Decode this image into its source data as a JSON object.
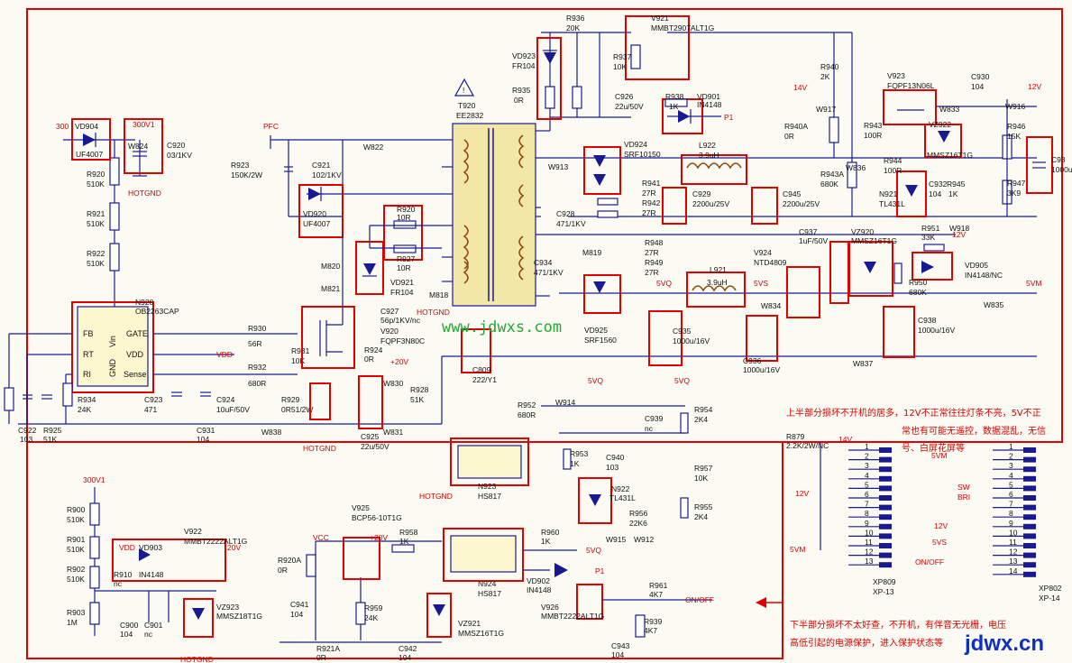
{
  "labels": {
    "vd904": "VD904",
    "uf4007_a": "UF4007",
    "n300v": "300",
    "n300v1": "300V1",
    "w824": "W824",
    "c920": "C920",
    "c920v": "03/1KV",
    "hotgnd1": "HOTGND",
    "r920": "R920",
    "r920v": "510K",
    "r921": "R921",
    "r921v": "510K",
    "r922": "R922",
    "r922v": "510K",
    "pfc": "PFC",
    "w822": "W822",
    "r923": "R923",
    "r923v": "150K/2W",
    "c921": "C921",
    "c921v": "102/1KV",
    "vd920": "VD920",
    "uf4007_b": "UF4007",
    "m820": "M820",
    "m821": "M821",
    "n920": "N920",
    "ob2263": "OB2263CAP",
    "fb": "FB",
    "rt": "RT",
    "ri": "RI",
    "vin": "Vin",
    "gnd": "GND",
    "gate": "GATE",
    "vdd_pin": "VDD",
    "sense": "Sense",
    "r930": "R930",
    "r930v": "56R",
    "r931": "R931",
    "r931v": "10K",
    "r932": "R932",
    "r932v": "680R",
    "vdd": "VDD",
    "c922": "C922",
    "c922v": "103",
    "r925": "R925",
    "r925v": "51K",
    "r934": "R934",
    "r934v": "24K",
    "c923": "C923",
    "c923v": "471",
    "c924": "C924",
    "c924v": "10uF/50V",
    "c931": "C931",
    "c931v": "104",
    "r929": "R929",
    "r929v": "0R51/2W",
    "w838": "W838",
    "hotgnd2": "HOTGND",
    "r920b": "R920",
    "r920bv": "10R",
    "r927": "R927",
    "r927v": "10R",
    "vd921": "VD921",
    "fr104_a": "FR104",
    "c927": "C927",
    "c927v": "56p/1KV/nc",
    "v920": "V920",
    "v920v": "FQPF3N80C",
    "r924": "R924",
    "r924v": "0R",
    "n20v": "+20V",
    "w830": "W830",
    "r928": "R928",
    "r928v": "51K",
    "c925": "C925",
    "c925v": "22u/50V",
    "w831": "W831",
    "t920": "T920",
    "ee2832": "EE2832",
    "m818": "M818",
    "hotgnd3": "HOTGND",
    "c809": "C809",
    "c809v": "222/Y1",
    "r936": "R936",
    "r936v": "20K",
    "vd923": "VD923",
    "fr104_b": "FR104",
    "r935": "R935",
    "r935v": "0R",
    "v921": "V921",
    "v921v": "MMBT2907ALT1G",
    "r937": "R937",
    "r937v": "10K",
    "c926": "C926",
    "c926v": "22u/50V",
    "r938": "R938",
    "r938v": "1K",
    "vd901": "VD901",
    "in4148_a": "IN4148",
    "p1a": "P1",
    "vd924": "VD924",
    "srf10150": "SRF10150",
    "w913": "W913",
    "l922": "L922",
    "l922v": "3.9uH",
    "r941": "R941",
    "r941v": "27R",
    "r942": "R942",
    "r942v": "27R",
    "c928": "C928",
    "c928v": "471/1KV",
    "c929": "C929",
    "c929v": "2200u/25V",
    "c945": "C945",
    "c945v": "2200u/25V",
    "r940": "R940",
    "r940v": "2K",
    "n14v": "14V",
    "w917": "W917",
    "r940a": "R940A",
    "r940av": "0R",
    "r943a": "R943A",
    "r943av": "680K",
    "v923": "V923",
    "v923v": "FQPF13N06L",
    "w833": "W833",
    "c930": "C930",
    "c930v": "104",
    "n12v_a": "12V",
    "w916": "W916",
    "vz922": "VZ922",
    "mmsz16": "MMSZ16T1G",
    "r943": "R943",
    "r943v": "100R",
    "w836": "W836",
    "r944": "R944",
    "r944v": "100R",
    "c932": "C932",
    "c932v": "104",
    "r945": "R945",
    "r945v": "1K",
    "n921": "N921",
    "tl431l_a": "TL431L",
    "r946": "R946",
    "r946v": "15K",
    "r947": "R947",
    "r947v": "3K9",
    "c93x": "C93",
    "c93xv": "1000u",
    "m819": "M819",
    "r948": "R948",
    "r948v": "27R",
    "r949": "R949",
    "r949v": "27R",
    "c934": "C934",
    "c934v": "471/1KV",
    "vd925": "VD925",
    "srf1560": "SRF1560",
    "n5vq_a": "5VQ",
    "l921": "L921",
    "l921v": "3.9uH",
    "n5vs": "5VS",
    "w834": "W834",
    "v924": "V924",
    "v924v": "NTD4809",
    "c935": "C935",
    "c935v": "1000u/16V",
    "c936": "C936",
    "c936v": "1000u/16V",
    "c937": "C937",
    "c937v": "1uF/50V",
    "vz920": "VZ920",
    "mmsz16_b": "MMSZ16T1G",
    "r951": "R951",
    "r951v": "33K",
    "w918": "W918",
    "n12v_b": "12V",
    "vd905": "VD905",
    "in4148nc": "IN4148/NC",
    "r950": "R950",
    "r950v": "680K",
    "c938": "C938",
    "c938v": "1000u/16V",
    "n5vm": "5VM",
    "w835": "W835",
    "w837": "W837",
    "r952": "R952",
    "r952v": "680R",
    "n5vq_b": "5VQ",
    "w914": "W914",
    "c939": "C939",
    "c939v": "nc",
    "n5vq_c": "5VQ",
    "r954": "R954",
    "r954v": "2K4",
    "r953": "R953",
    "r953v": "1K",
    "c940": "C940",
    "c940v": "103",
    "r957": "R957",
    "r957v": "10K",
    "n923": "N923",
    "hs817_a": "HS817",
    "hotgnd4": "HOTGND",
    "n922": "N922",
    "tl431l_b": "TL431L",
    "r956": "R956",
    "r956v": "22K6",
    "w915": "W915",
    "w912": "W912",
    "r955": "R955",
    "r955v": "2K4",
    "r900": "R900",
    "r900v": "510K",
    "r901": "R901",
    "r901v": "510K",
    "r902": "R902",
    "r902v": "510K",
    "r903": "R903",
    "r903v": "1M",
    "n300v1_b": "300V1",
    "vdd_b": "VDD",
    "vd903": "VD903",
    "in4148_b": "IN4148",
    "v922": "V922",
    "v922v": "MMBT2222ALT1G",
    "n20v_b": "20V",
    "r910": "R910",
    "r910v": "nc",
    "c900": "C900",
    "c900v": "104",
    "c901": "C901",
    "c901v": "nc",
    "vz923": "VZ923",
    "mmsz18": "MMSZ18T1G",
    "hotgnd5": "HOTGND",
    "v925": "V925",
    "v925v": "BCP56-10T1G",
    "vcc": "VCC",
    "n20v_c": "+20V",
    "r958": "R958",
    "r958v": "1K",
    "r920a": "R920A",
    "r920av": "0R",
    "c941": "C941",
    "c941v": "104",
    "r959": "R959",
    "r959v": "24K",
    "r921a": "R921A",
    "r921av": "0R",
    "c942": "C942",
    "c942v": "104",
    "vz921": "VZ921",
    "mmsz16_c": "MMSZ16T1G",
    "n924": "N924",
    "hs817_b": "HS817",
    "r960": "R960",
    "r960v": "1K",
    "n5vq_d": "5VQ",
    "vd902": "VD902",
    "in4148_c": "IN4148",
    "p1b": "P1",
    "v926": "V926",
    "v926v": "MMBT2222ALT1G",
    "r961": "R961",
    "r961v": "4K7",
    "onoff_out": "ON/OFF",
    "r939": "R939",
    "r939v": "4K7",
    "c943": "C943",
    "c943v": "104",
    "r879": "R879",
    "r879v": "2.2K/2W/NC",
    "n14v_b": "14V",
    "n12v_c": "12V",
    "n5vm_b": "5VM",
    "xp809": "XP809",
    "xp809v": "XP-13",
    "xp802": "XP802",
    "xp802v": "XP-14",
    "c5vm": "5VM",
    "csw": "SW",
    "cbri": "BRI",
    "c12v": "12V",
    "c5vs": "5VS",
    "conoff": "ON/OFF"
  },
  "connector_left": {
    "pins": [
      "1",
      "2",
      "3",
      "4",
      "5",
      "6",
      "7",
      "8",
      "9",
      "10",
      "11",
      "12",
      "13"
    ]
  },
  "connector_right": {
    "pins": [
      "1",
      "2",
      "3",
      "4",
      "5",
      "6",
      "7",
      "8",
      "9",
      "10",
      "11",
      "12",
      "13",
      "14"
    ]
  },
  "notes": {
    "upper_line1": "上半部分损坏不开机的居多，12V不正常往往灯条不亮，5V不正",
    "upper_line2": "常也有可能无遥控，数据混乱，无信",
    "upper_line3": "号、白屏花屏等",
    "lower_line1": "下半部分损坏不太好查，不开机，有伴音无光栅，电压",
    "lower_line2": "高低引起的电源保护，进入保护状态等"
  },
  "watermarks": {
    "center": "www.jdwxs.com",
    "corner": "jdwx.cn"
  },
  "colors": {
    "highlight": "#e00000",
    "wire": "#1a1a90",
    "net_label": "#d00000",
    "watermark": "#22aa33"
  }
}
